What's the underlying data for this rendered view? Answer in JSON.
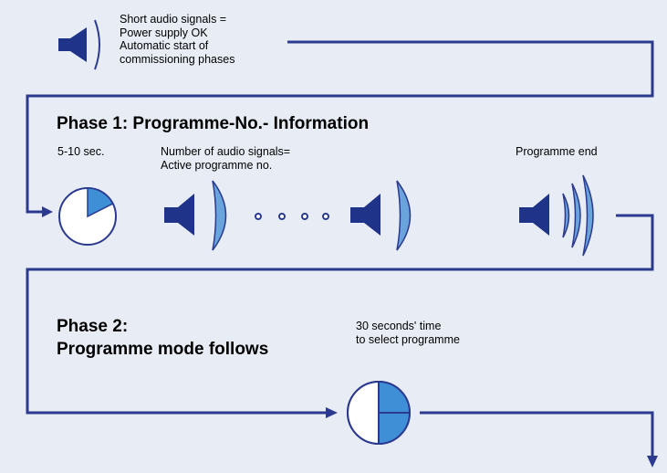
{
  "intro": {
    "line1": "Short audio signals =",
    "line2": "Power supply OK",
    "line3": "Automatic start of",
    "line4": "commissioning phases"
  },
  "phase1": {
    "title": "Phase 1: Programme-No.- Information",
    "duration": "5-10 sec.",
    "signals_line1": "Number of audio signals=",
    "signals_line2": "Active programme no.",
    "end_label": "Programme end"
  },
  "phase2": {
    "title_line1": "Phase 2:",
    "title_line2": "Programme mode follows",
    "time_line1": "30 seconds' time",
    "time_line2": "to select programme"
  },
  "colors": {
    "flow_line": "#2b3a8f",
    "speaker_dark": "#1f3388",
    "wave_fill": "#6aa4dc",
    "clock_fill": "#3e8fd6",
    "background": "#e8edf5"
  }
}
